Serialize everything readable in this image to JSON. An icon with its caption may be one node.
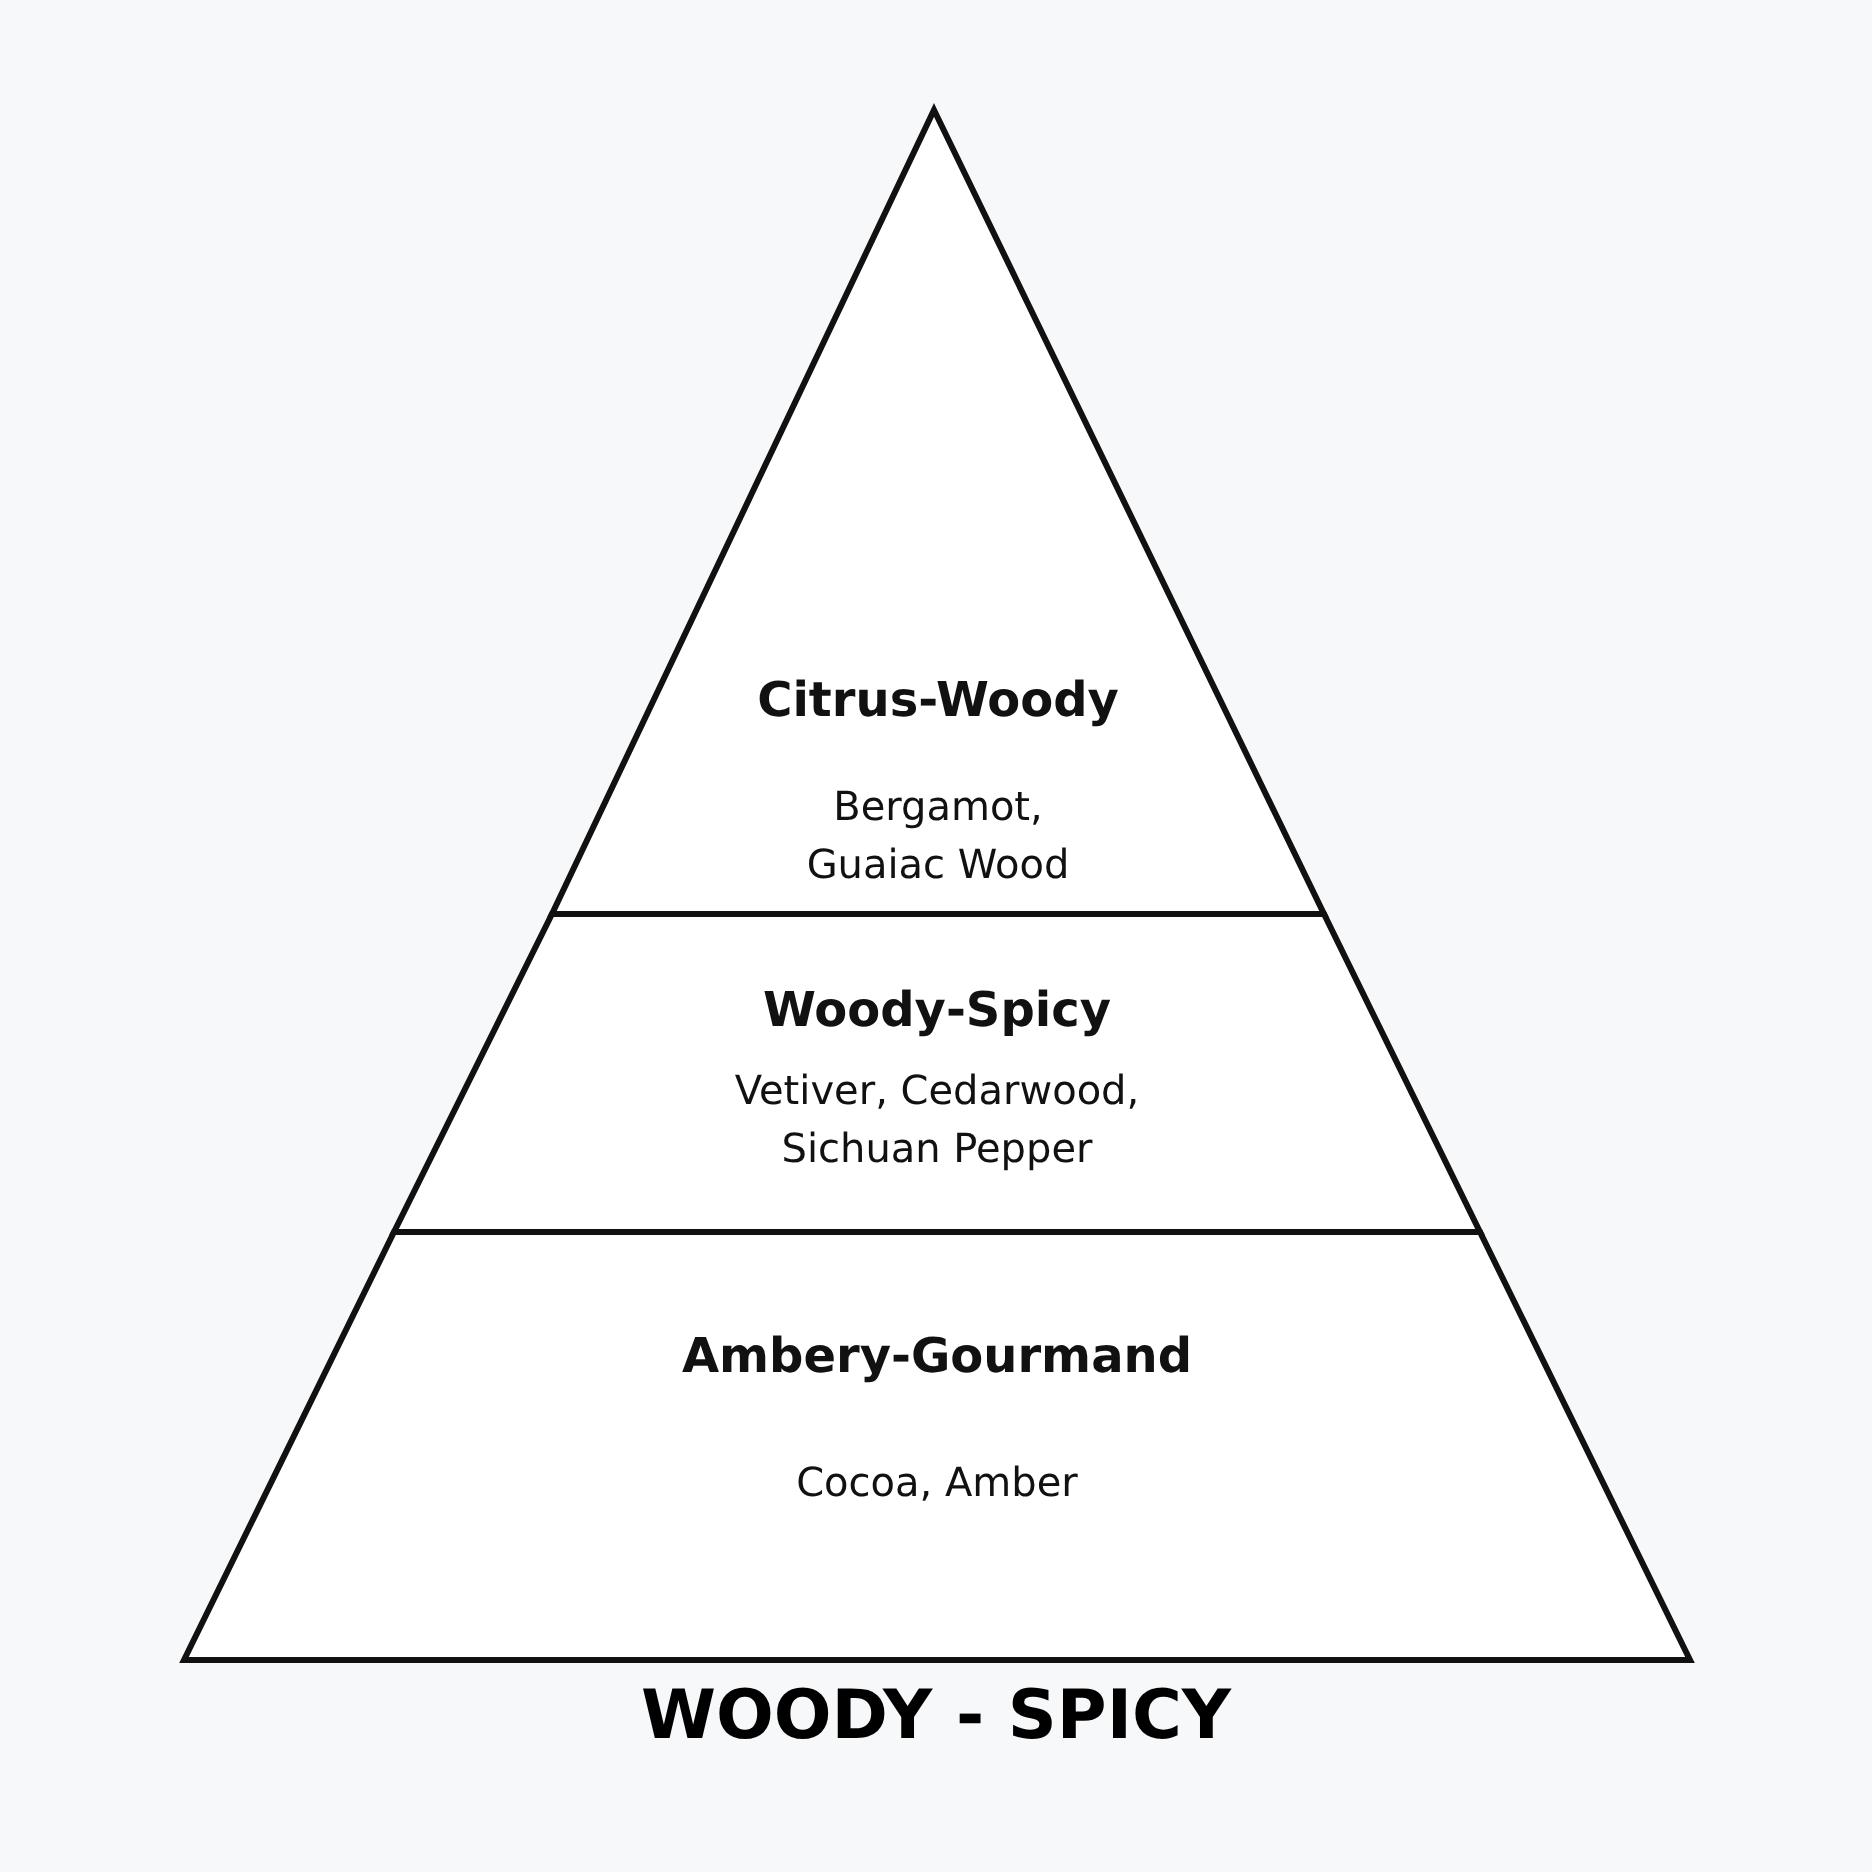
{
  "diagram": {
    "title": "WOODY - SPICY",
    "nodes": [
      {
        "text": [
          "Citrus-Woody",
          "Bergamot, Guaiac Wood"
        ]
      },
      {
        "text": [
          "Woody-Spicy",
          "Vetiver, Cedarwood, Sichuan Pepper"
        ]
      },
      {
        "text": [
          "Ambery-Gourmand",
          "Cocoa, Amber"
        ]
      }
    ]
  }
}
